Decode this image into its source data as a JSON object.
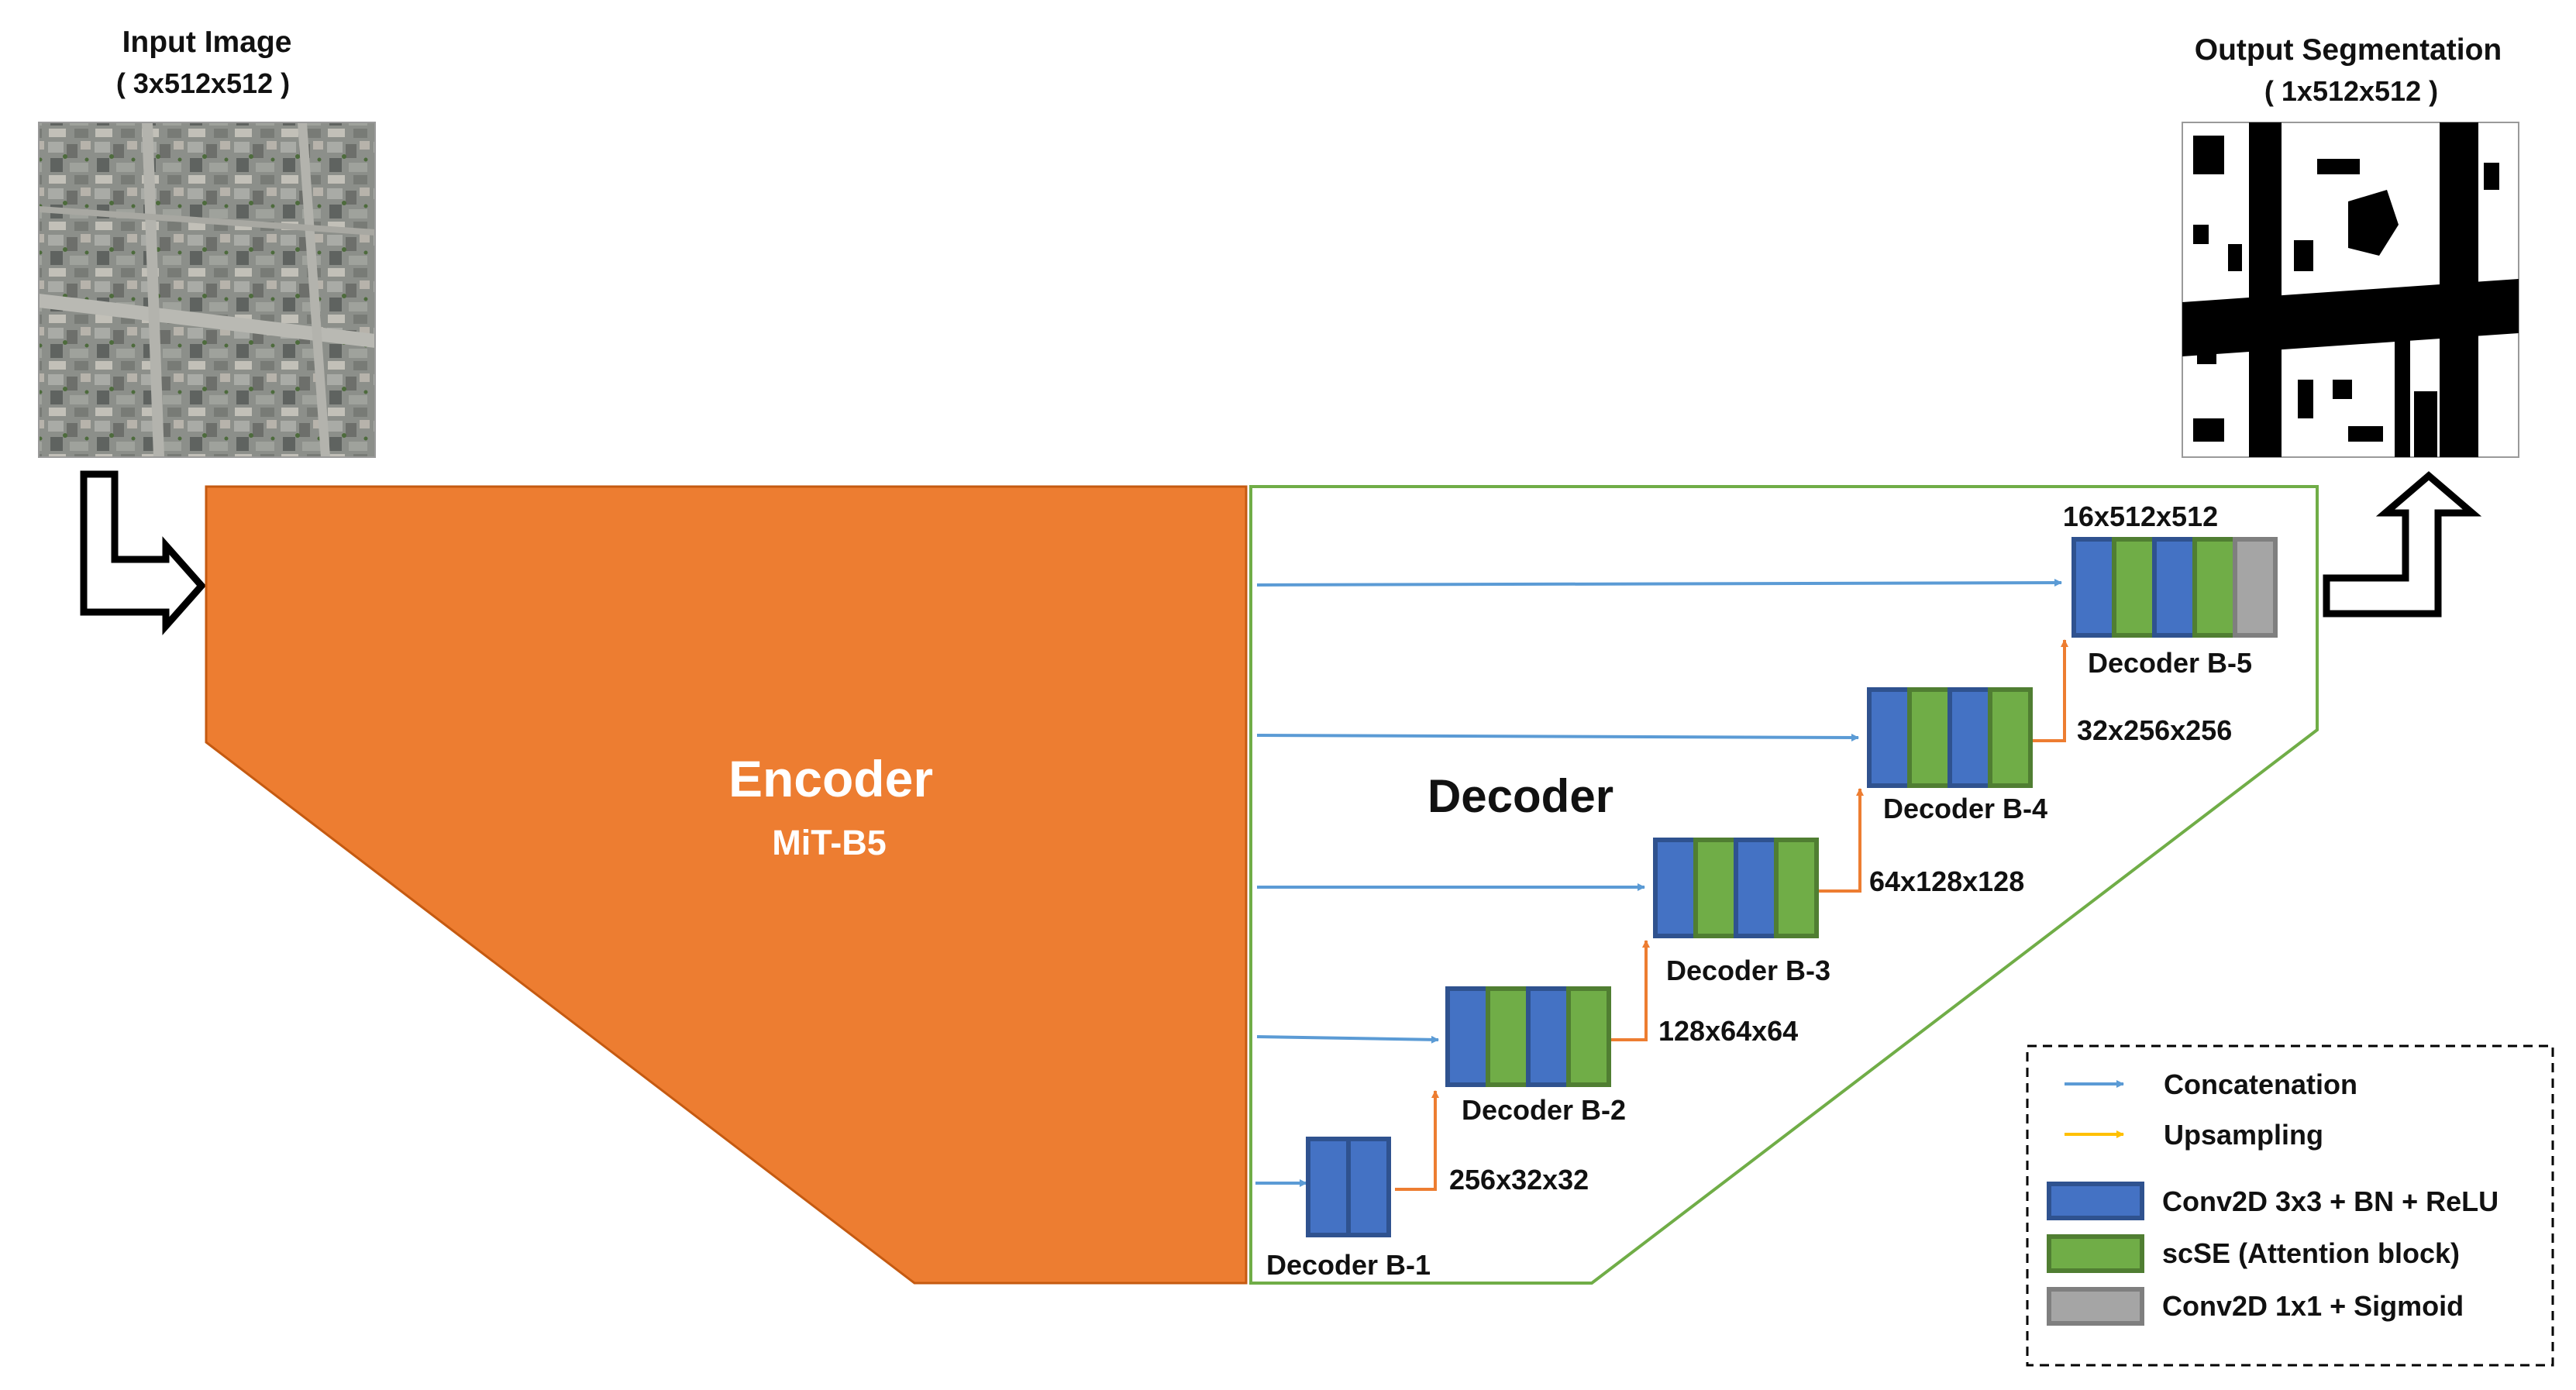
{
  "input": {
    "title": "Input Image",
    "dims": "( 3x512x512 )"
  },
  "output": {
    "title": "Output Segmentation",
    "dims": "( 1x512x512 )"
  },
  "encoder": {
    "title": "Encoder",
    "subtitle": "MiT-B5"
  },
  "decoder": {
    "title": "Decoder",
    "blocks": [
      {
        "name": "Decoder B-1",
        "out_dims": "256x32x32",
        "layers": [
          "conv",
          "conv"
        ]
      },
      {
        "name": "Decoder B-2",
        "out_dims": "128x64x64",
        "layers": [
          "conv",
          "scse",
          "conv",
          "scse"
        ]
      },
      {
        "name": "Decoder B-3",
        "out_dims": "64x128x128",
        "layers": [
          "conv",
          "scse",
          "conv",
          "scse"
        ]
      },
      {
        "name": "Decoder B-4",
        "out_dims": "32x256x256",
        "layers": [
          "conv",
          "scse",
          "conv",
          "scse"
        ]
      },
      {
        "name": "Decoder B-5",
        "out_dims": "16x512x512",
        "layers": [
          "conv",
          "scse",
          "conv",
          "scse",
          "sigmoid"
        ]
      }
    ]
  },
  "legend": {
    "concatenation": "Concatenation",
    "upsampling": "Upsampling",
    "conv": "Conv2D 3x3 + BN + ReLU",
    "scse": "scSE (Attention block)",
    "sigmoid": "Conv2D 1x1 + Sigmoid"
  },
  "colors": {
    "encoder": "#ED7D31",
    "encoder_border": "#C55A11",
    "decoder_border": "#70AD47",
    "concat_arrow": "#5B9BD5",
    "upsample_arrow": "#ED7D31",
    "upsample_legend_arrow": "#FFC000",
    "conv_fill": "#4472C4",
    "conv_border": "#2F528F",
    "scse_fill": "#70AD47",
    "scse_border": "#507E32",
    "sigmoid_fill": "#A5A5A5",
    "sigmoid_border": "#7F7F7F"
  }
}
